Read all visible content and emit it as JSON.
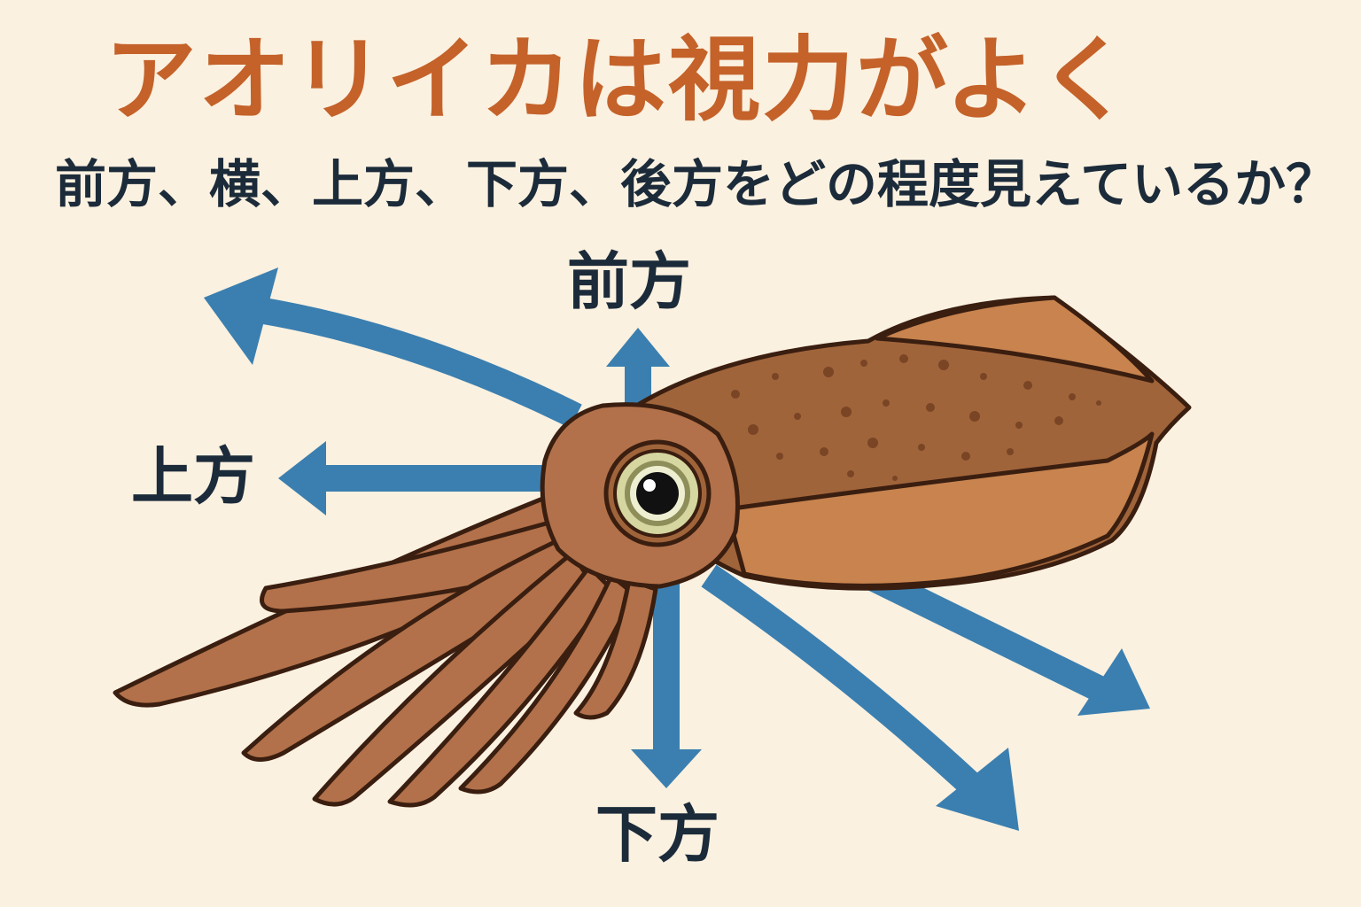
{
  "title": "アオリイカは視力がよく",
  "subtitle": "前方、横、上方、下方、後方をどの程度見えているか？",
  "labels": {
    "front": "前方",
    "up": "上方",
    "down": "下方"
  },
  "colors": {
    "background": "#fbf1e0",
    "title": "#c4622a",
    "text": "#1c2b3a",
    "arrow": "#3b7fb0",
    "squid_body": "#a0643a",
    "squid_outline": "#3a1e10",
    "eye_iris": "#d6d6a0"
  },
  "icons": [
    "squid-illustration",
    "arrow-icon"
  ]
}
